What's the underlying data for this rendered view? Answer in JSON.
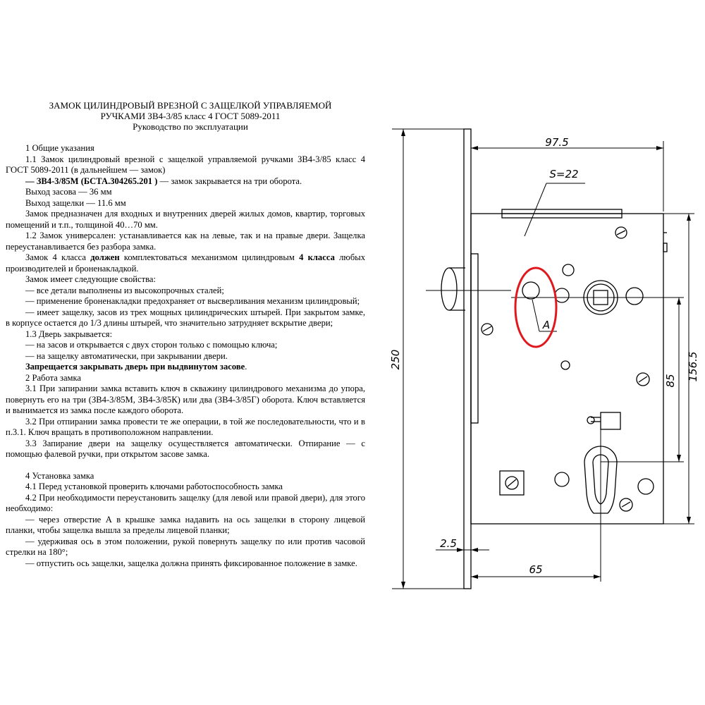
{
  "document": {
    "title_lines": [
      "ЗАМОК ЦИЛИНДРОВЫЙ ВРЕЗНОЙ С ЗАЩЕЛКОЙ УПРАВЛЯЕМОЙ",
      "РУЧКАМИ ЗВ4-3/85 класс 4 ГОСТ 5089-2011",
      "Руководство по эксплуатации"
    ],
    "paragraphs": [
      {
        "text": "1 Общие указания"
      },
      {
        "text": "1.1 Замок цилиндровый врезной с защелкой управляемой ручками ЗВ4-3/85 класс 4 ГОСТ 5089-2011 (в дальнейшем — замок)"
      },
      {
        "bold": "— ЗВ4-3/85М (БСТА.304265.201 )",
        "text": " — замок закрывается на три оборота."
      },
      {
        "text": "Выход засова — 36 мм"
      },
      {
        "text": "Выход защелки — 11.6 мм"
      },
      {
        "text": "Замок предназначен для входных и внутренних дверей жилых домов, квартир, торговых помещений и т.п., толщиной 40…70 мм."
      },
      {
        "text": "1.2 Замок универсален: устанавливается как на левые, так и на правые двери. Защелка переустанавливается без разбора замка."
      },
      {
        "text": "Замок 4 класса ",
        "bold": "должен",
        "text2": " комплектоваться механизмом цилиндровым ",
        "bold2": "4 класса",
        "text3": " любых производителей и броненакладкой."
      },
      {
        "text": "Замок имеет следующие свойства:"
      },
      {
        "text": "— все детали выполнены из высокопрочных сталей;"
      },
      {
        "text": "— применение броненакладки предохраняет от высверливания механизм цилиндровый;"
      },
      {
        "text": "— имеет защелку, засов из трех мощных цилиндрических штырей. При закрытом замке, в корпусе остается до 1/3 длины штырей, что значительно затрудняет вскрытие двери;"
      },
      {
        "text": "1.3 Дверь закрывается:"
      },
      {
        "text": "— на засов и открывается с двух сторон только с помощью ключа;"
      },
      {
        "text": "— на защелку автоматически, при закрывании двери."
      },
      {
        "bold": "Запрещается закрывать дверь при выдвинутом засове",
        "text": "."
      },
      {
        "text": "2 Работа замка"
      },
      {
        "text": "3.1 При запирании замка вставить ключ в  скважину цилиндрового механизма до упора, повернуть его на три (ЗВ4-3/85М, ЗВ4-3/85К) или два (ЗВ4-3/85Г) оборота. Ключ вставляется и вынимается из замка после каждого оборота."
      },
      {
        "text": "3.2 При отпирании замка провести те же операции, в той же последовательности, что и в п.3.1. Ключ вращать в противоположном направлении."
      },
      {
        "text": "3.3 Запирание двери на защелку осуществляется автоматически. Отпирание — с помощью фалевой ручки, при открытом засове замка."
      },
      {
        "text": "4 Установка замка",
        "gap": true
      },
      {
        "text": "4.1 Перед установкой проверить ключами работоспособность замка"
      },
      {
        "text": "4.2 При необходимости переустановить защелку (для левой или правой двери), для этого необходимо:"
      },
      {
        "text": "— через отверстие А в крышке замка надавить на ось защелки в сторону лицевой планки, чтобы защелка вышла за пределы лицевой планки;"
      },
      {
        "text": "— удерживая ось в этом положении, рукой повернуть защелку по или против часовой стрелки на 180°;"
      },
      {
        "text": "— отпустить ось защелки, защелка должна принять фиксированное положение в замке."
      }
    ]
  },
  "drawing": {
    "dim_width": "97.5",
    "dim_thickness": "S=22",
    "dim_height": "250",
    "dim_156": "156.5",
    "dim_85": "85",
    "dim_faceplate": "2.5",
    "dim_backset": "65",
    "hole_label": "A",
    "highlight_color": "#e0191e"
  }
}
